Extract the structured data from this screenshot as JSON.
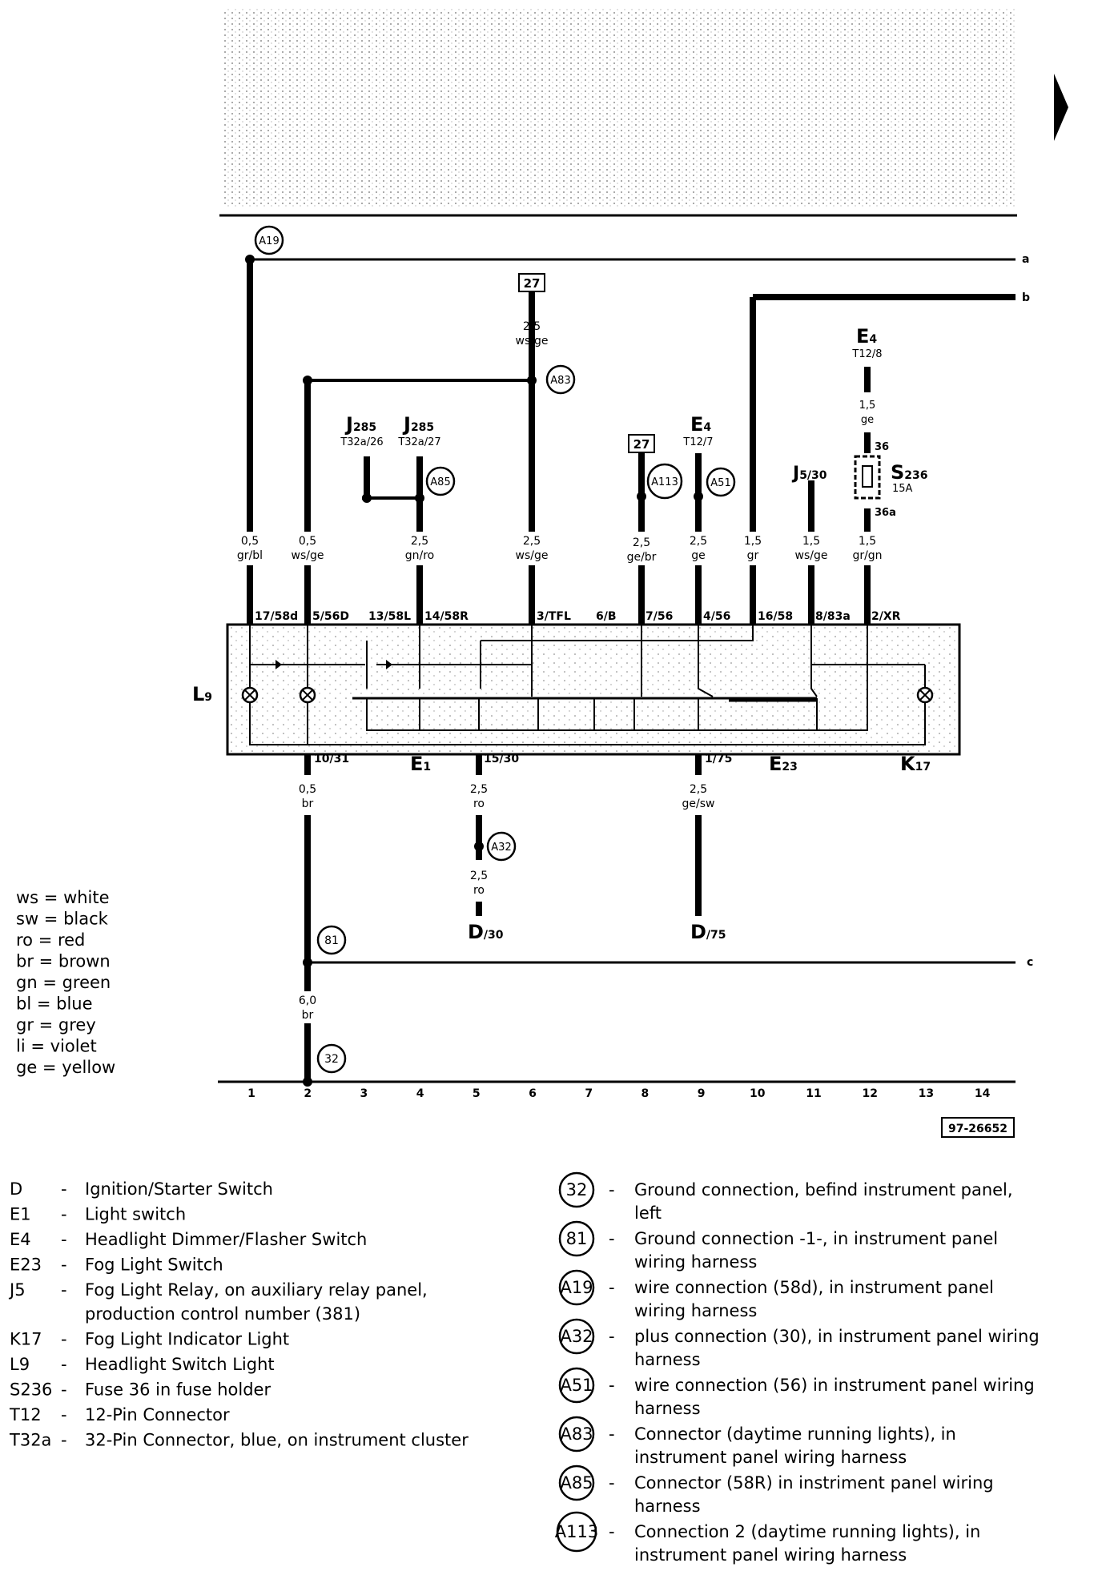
{
  "header": {
    "continued_arrow": "arrow-right"
  },
  "circuits": {
    "a": "a",
    "b": "b",
    "c": "c"
  },
  "components": {
    "fuse_ref_1": "27",
    "fuse_ref_2": "27",
    "j285_a": {
      "name": "J",
      "sub": "285",
      "pin": "T32a/26"
    },
    "j285_b": {
      "name": "J",
      "sub": "285",
      "pin": "T32a/27"
    },
    "e4_a": {
      "name": "E",
      "sub": "4",
      "pin": "T12/7"
    },
    "e4_b": {
      "name": "E",
      "sub": "4",
      "pin": "T12/8"
    },
    "j5": {
      "name": "J",
      "sub": "5/30"
    },
    "s236": {
      "name": "S",
      "sub": "236",
      "rating": "15A",
      "pin_top": "36",
      "pin_bottom": "36a"
    },
    "l9": {
      "name": "L",
      "sub": "9"
    },
    "e1": {
      "name": "E",
      "sub": "1"
    },
    "e23": {
      "name": "E",
      "sub": "23"
    },
    "k17": {
      "name": "K",
      "sub": "17"
    },
    "d30": {
      "name": "D",
      "sub": "/30"
    },
    "d75": {
      "name": "D",
      "sub": "/75"
    }
  },
  "connections": {
    "A19": "A19",
    "A83": "A83",
    "A85": "A85",
    "A113": "A113",
    "A51": "A51",
    "A32": "A32",
    "g81": "81",
    "g32": "32"
  },
  "wires": {
    "w1": {
      "size": "0,5",
      "color": "gr/bl",
      "pin": "17/58d"
    },
    "w2": {
      "size": "0,5",
      "color": "ws/ge",
      "pin": "5/56D"
    },
    "w3": {
      "pin": "13/58L"
    },
    "w4": {
      "size": "2,5",
      "color": "gn/ro",
      "pin": "14/58R"
    },
    "w6": {
      "size": "2,5",
      "color": "ws/ge",
      "pin": "3/TFL"
    },
    "w6top": {
      "size": "2,5",
      "color": "ws/ge"
    },
    "w7": {
      "pin": "6/B"
    },
    "w8": {
      "size": "2,5",
      "color": "ge/br",
      "pin": "7/56"
    },
    "w9": {
      "size": "2,5",
      "color": "ge",
      "pin": "4/56"
    },
    "w10": {
      "size": "1,5",
      "color": "gr",
      "pin": "16/58"
    },
    "w11": {
      "size": "1,5",
      "color": "ws/ge",
      "pin": "8/83a"
    },
    "w12": {
      "size": "1,5",
      "color": "gr/gn",
      "pin": "2/XR"
    },
    "w12top": {
      "size": "1,5",
      "color": "ge"
    },
    "b2": {
      "size": "0,5",
      "color": "br",
      "pin": "10/31"
    },
    "b2b": {
      "size": "6,0",
      "color": "br"
    },
    "b5": {
      "size": "2,5",
      "color": "ro",
      "pin": "15/30"
    },
    "b5b": {
      "size": "2,5",
      "color": "ro"
    },
    "b9": {
      "size": "2,5",
      "color": "ge/sw",
      "pin": "1/75"
    }
  },
  "color_legend": [
    {
      "code": "ws",
      "name": "white"
    },
    {
      "code": "sw",
      "name": "black"
    },
    {
      "code": "ro",
      "name": "red"
    },
    {
      "code": "br",
      "name": "brown"
    },
    {
      "code": "gn",
      "name": "green"
    },
    {
      "code": "bl",
      "name": "blue"
    },
    {
      "code": "gr",
      "name": "grey"
    },
    {
      "code": "li",
      "name": "violet"
    },
    {
      "code": "ge",
      "name": "yellow"
    }
  ],
  "grid_numbers": [
    "1",
    "2",
    "3",
    "4",
    "5",
    "6",
    "7",
    "8",
    "9",
    "10",
    "11",
    "12",
    "13",
    "14"
  ],
  "figure_id": "97-26652",
  "components_legend": [
    {
      "code": "D",
      "text": "Ignition/Starter Switch"
    },
    {
      "code": "E1",
      "text": "Light switch"
    },
    {
      "code": "E4",
      "text": "Headlight Dimmer/Flasher Switch"
    },
    {
      "code": "E23",
      "text": "Fog Light Switch"
    },
    {
      "code": "J5",
      "text": "Fog Light Relay, on auxiliary relay panel,",
      "text2": "production control number (381)"
    },
    {
      "code": "K17",
      "text": "Fog Light Indicator Light"
    },
    {
      "code": "L9",
      "text": "Headlight Switch Light"
    },
    {
      "code": "S236",
      "text": "Fuse 36 in fuse holder"
    },
    {
      "code": "T12",
      "text": "12-Pin Connector"
    },
    {
      "code": "T32a",
      "text": "32-Pin Connector, blue, on instrument cluster"
    }
  ],
  "connections_legend": [
    {
      "code": "32",
      "text": "Ground connection, befind instrument panel,",
      "text2": "left"
    },
    {
      "code": "81",
      "text": "Ground connection -1-, in instrument panel",
      "text2": "wiring harness"
    },
    {
      "code": "A19",
      "text": "wire connection (58d), in instrument panel",
      "text2": "wiring harness"
    },
    {
      "code": "A32",
      "text": "plus connection (30), in instrument panel wiring",
      "text2": "harness"
    },
    {
      "code": "A51",
      "text": "wire connection (56) in instrument panel wiring",
      "text2": "harness"
    },
    {
      "code": "A83",
      "text": "Connector (daytime running lights), in",
      "text2": "instrument panel wiring harness"
    },
    {
      "code": "A85",
      "text": "Connector (58R) in instriment panel wiring",
      "text2": "harness"
    },
    {
      "code": "A113",
      "text": "Connection 2 (daytime running lights), in",
      "text2": "instrument panel wiring harness"
    }
  ]
}
